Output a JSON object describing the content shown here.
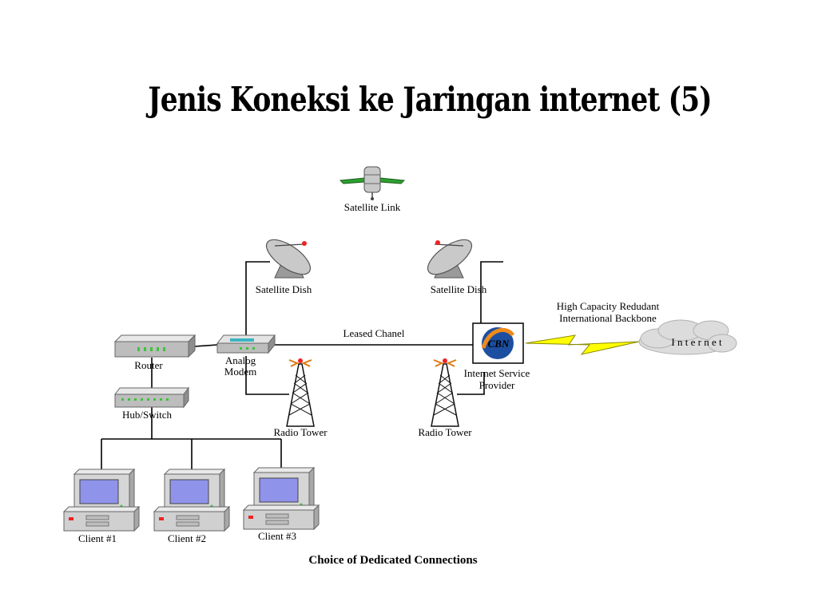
{
  "slide": {
    "title": "Jenis Koneksi ke Jaringan internet (5)"
  },
  "diagram": {
    "caption": "Choice of Dedicated Connections",
    "satellite_link": "Satellite Link",
    "satellite_dish_left": "Satellite Dish",
    "satellite_dish_right": "Satellite Dish",
    "leased_channel": "Leased Chanel",
    "backbone_line1": "High Capacity Redudant",
    "backbone_line2": "International Backbone",
    "internet": "I n t e r n e t",
    "router": "Router",
    "modem_line1": "Analog",
    "modem_line2": "Modem",
    "hub": "Hub/Switch",
    "isp_line1": "Internet Service",
    "isp_line2": "Provider",
    "isp_logo": "CBN",
    "radio_tower_left": "Radio Tower",
    "radio_tower_right": "Radio Tower",
    "clients": [
      "Client #1",
      "Client #2",
      "Client #3"
    ]
  },
  "colors": {
    "screen": "#8f93ea",
    "case": "#d6d6d6",
    "lightning": "#ffff00",
    "isp_blue": "#1d4fa0",
    "isp_orange": "#f08a1a"
  }
}
